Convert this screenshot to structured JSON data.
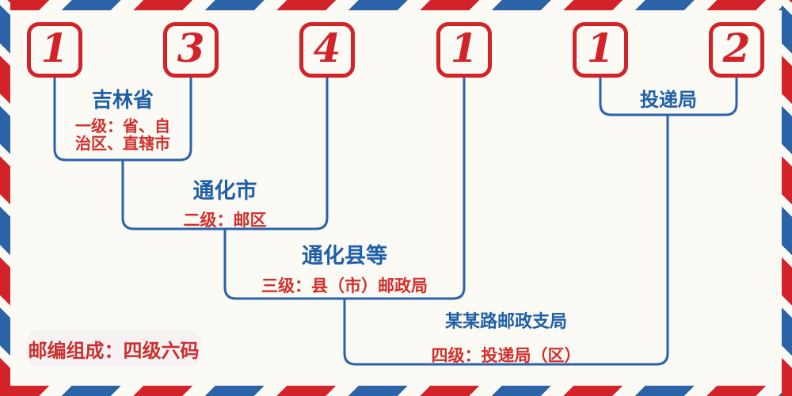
{
  "postal_code": {
    "digits": [
      "1",
      "3",
      "4",
      "1",
      "1",
      "2"
    ]
  },
  "groups": {
    "province": {
      "title": "吉林省",
      "desc_line1": "一级：省、自",
      "desc_line2": "治区、直辖市"
    },
    "postal_zone": {
      "title": "通化市",
      "desc": "二级：邮区"
    },
    "county": {
      "title": "通化县等",
      "desc": "三级：县（市）邮政局"
    },
    "branch": {
      "title": "某某路邮政支局",
      "desc": "四级：投递局（区）"
    },
    "delivery": {
      "title": "投递局"
    }
  },
  "footer": {
    "note": "邮编组成：四级六码"
  },
  "colors": {
    "red": "#d2232a",
    "stripe_blue": "#2b62a8",
    "line_blue": "#2a62ab",
    "text_blue": "#1e5fa8",
    "text_red": "#d22f2b",
    "background": "#fbfaf4",
    "badge_background": "#f6f1f2"
  }
}
